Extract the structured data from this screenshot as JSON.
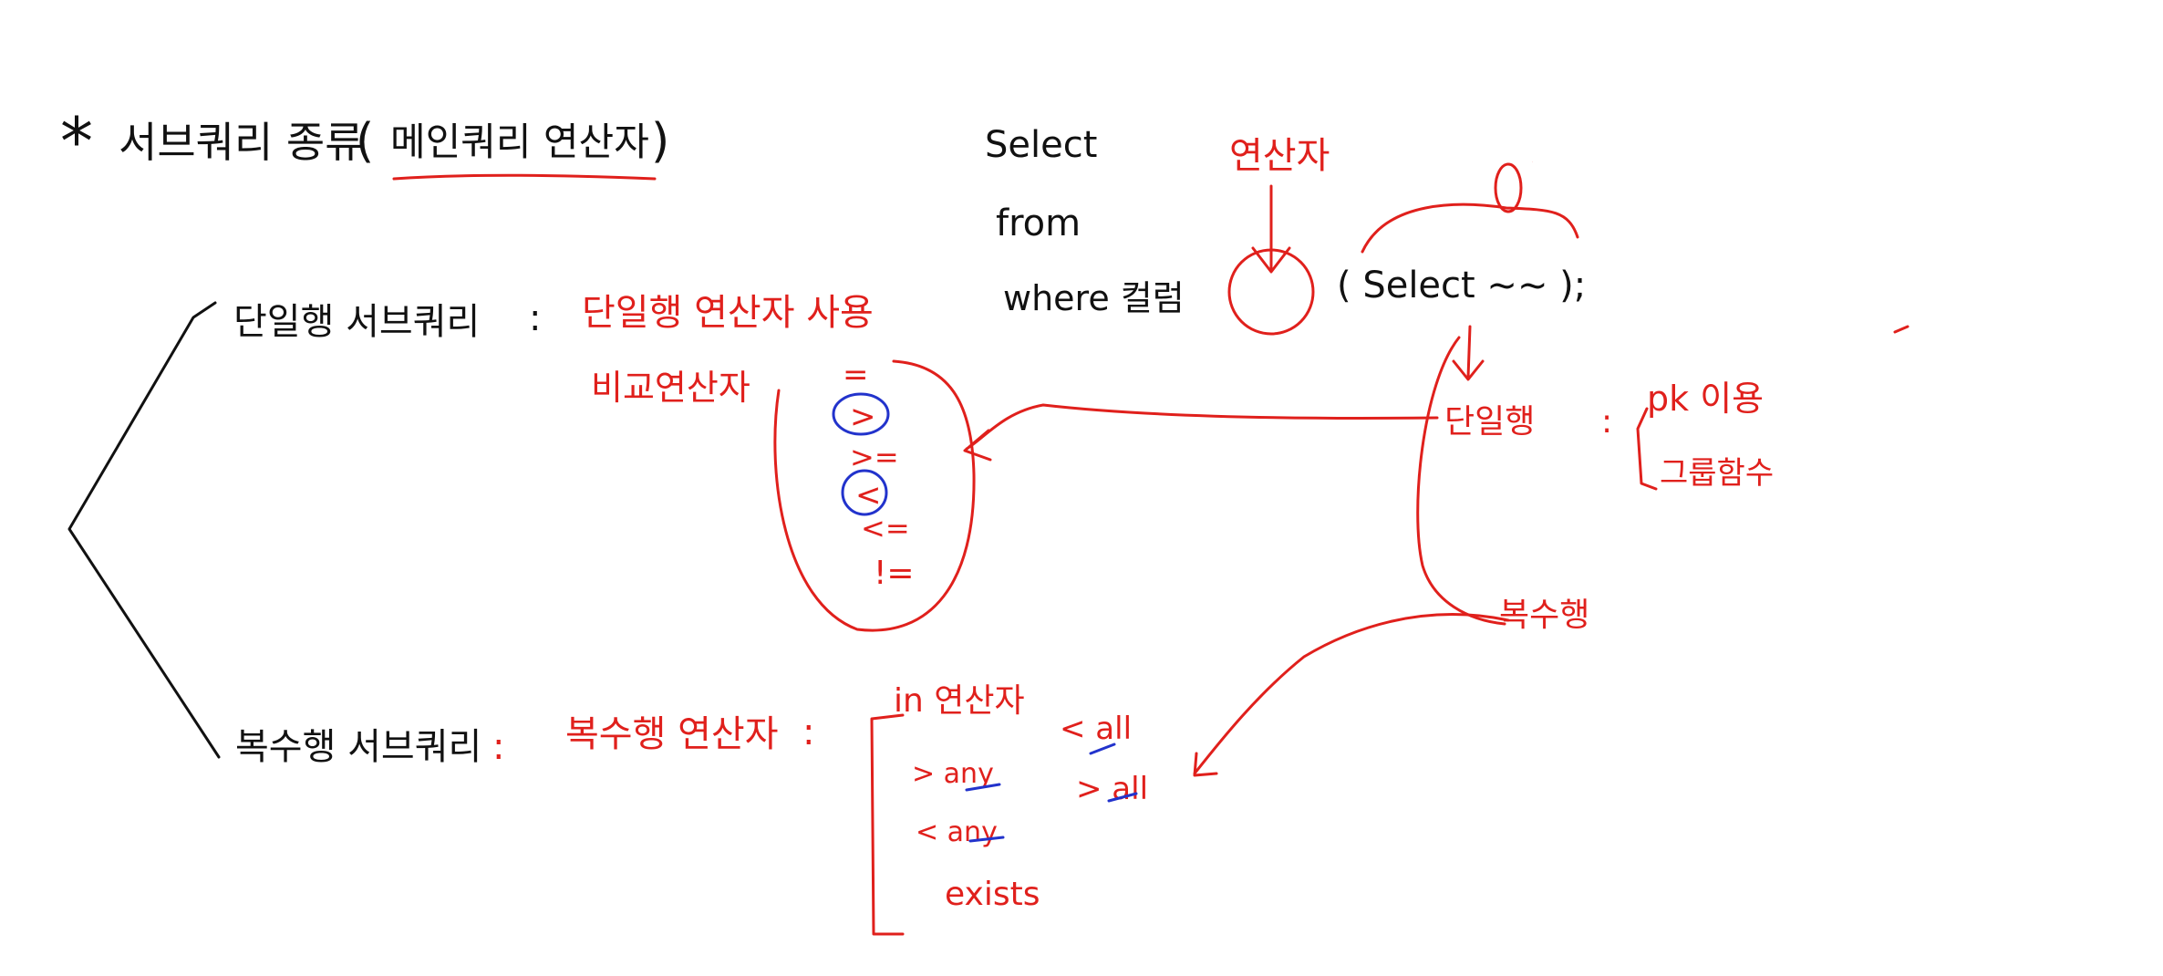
{
  "title": {
    "star": "*",
    "text": "서브쿼리 종류",
    "paren_open": "(",
    "sub": "메인쿼리 연산자",
    "paren_close": ")"
  },
  "query": {
    "select": "Select",
    "from": "from",
    "where": "where 컬럼",
    "operator_label": "연산자",
    "subquery": "( Select ~~ );",
    "marker": "①"
  },
  "single_row": {
    "label": "단일행 서브쿼리",
    "colon": ":",
    "note": "단일행 연산자 사용",
    "compare_label": "비교연산자",
    "operators": [
      "=",
      ">",
      ">=",
      "<",
      "<=",
      "!="
    ]
  },
  "multi_row": {
    "label": "복수행 서브쿼리",
    "colon": ":",
    "note": "복수행 연산자",
    "colon2": ":",
    "operators": [
      "in 연산자",
      "> any",
      "< any",
      "exists"
    ],
    "all_ops": [
      "< all",
      "> all"
    ]
  },
  "right_branch": {
    "single": "단일행",
    "colon": ":",
    "pk": "pk 이용",
    "agg": "그룹함수",
    "multi": "복수행"
  },
  "colors": {
    "black": "#111111",
    "red": "#e0201c",
    "blue": "#2233cc"
  }
}
